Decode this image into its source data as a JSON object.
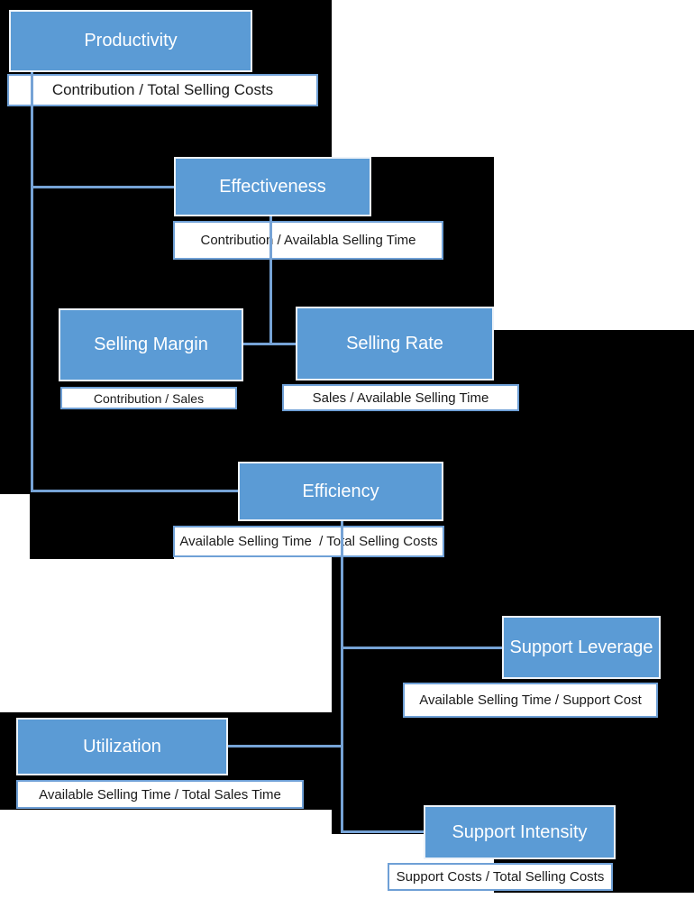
{
  "diagram": {
    "type": "metric-tree-flowchart",
    "nodes": [
      {
        "id": "productivity",
        "label": "Productivity",
        "formula": "Contribution / Total Selling Costs"
      },
      {
        "id": "effectiveness",
        "label": "Effectiveness",
        "formula": "Contribution / Availabla Selling Time"
      },
      {
        "id": "selling-margin",
        "label": "Selling Margin",
        "formula": "Contribution / Sales"
      },
      {
        "id": "selling-rate",
        "label": "Selling Rate",
        "formula": "Sales / Available Selling Time"
      },
      {
        "id": "efficiency",
        "label": "Efficiency",
        "formula": "Available Selling Time  / Total Selling Costs"
      },
      {
        "id": "support-leverage",
        "label": "Support Leverage",
        "formula": "Available Selling Time / Support Cost"
      },
      {
        "id": "utilization",
        "label": "Utilization",
        "formula": "Available Selling Time / Total Sales Time"
      },
      {
        "id": "support-intensity",
        "label": "Support Intensity",
        "formula": "Support Costs / Total Selling Costs"
      }
    ],
    "edges": [
      "productivity -> effectiveness",
      "productivity -> efficiency",
      "effectiveness -> selling-margin",
      "effectiveness -> selling-rate",
      "efficiency -> support-leverage",
      "efficiency -> utilization",
      "efficiency -> support-intensity"
    ],
    "colors": {
      "node_fill": "#5b9bd5",
      "node_border": "#eef3f9",
      "node_text": "#ffffff",
      "formula_fill": "#ffffff",
      "formula_border": "#6fa0d6",
      "formula_text": "#1a1a1a",
      "connector": "#76a3d6",
      "background_blocks": "#000000",
      "page_background": "#ffffff"
    }
  }
}
